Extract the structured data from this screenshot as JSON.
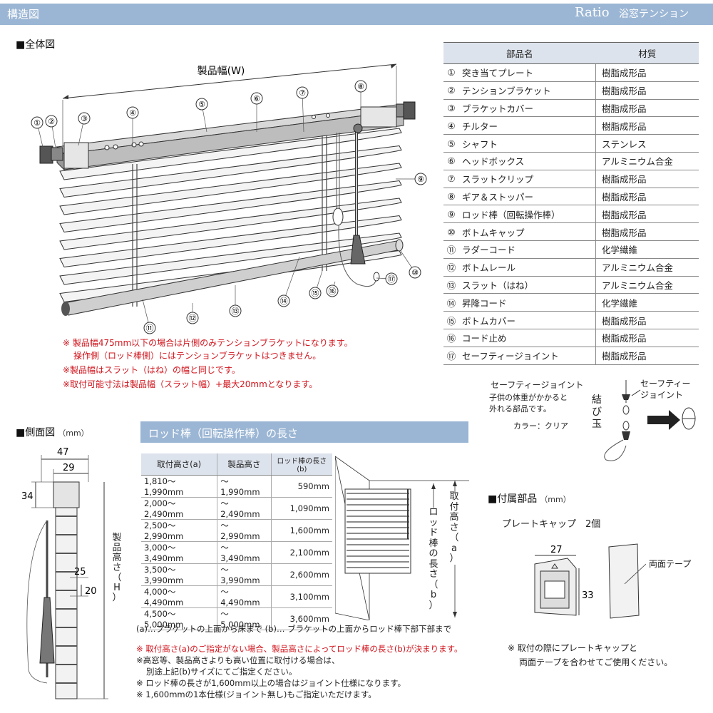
{
  "header": {
    "title": "構造図",
    "brand": "Ratio",
    "model": "浴窓テンション"
  },
  "overall": {
    "section": "■全体図",
    "width_label": "製品幅(W)",
    "callouts": [
      "①",
      "②",
      "③",
      "④",
      "⑤",
      "⑥",
      "⑦",
      "⑧",
      "⑨",
      "⑩",
      "⑪",
      "⑫",
      "⑬",
      "⑭",
      "⑮",
      "⑯",
      "⑰"
    ],
    "notes": [
      "※ 製品幅475mm以下の場合は片側のみテンションブラケットになります。",
      "操作側（ロッド棒側）にはテンションブラケットはつきません。",
      "※製品幅はスラット（はね）の幅と同じです。",
      "※取付可能寸法は製品幅（スラット幅）+最大20mmとなります。"
    ]
  },
  "parts": {
    "headers": [
      "部品名",
      "材質"
    ],
    "rows": [
      {
        "num": "①",
        "name": "突き当てプレート",
        "material": "樹脂成形品"
      },
      {
        "num": "②",
        "name": "テンションブラケット",
        "material": "樹脂成形品"
      },
      {
        "num": "③",
        "name": "ブラケットカバー",
        "material": "樹脂成形品"
      },
      {
        "num": "④",
        "name": "チルター",
        "material": "樹脂成形品"
      },
      {
        "num": "⑤",
        "name": "シャフト",
        "material": "ステンレス"
      },
      {
        "num": "⑥",
        "name": "ヘッドボックス",
        "material": "アルミニウム合金"
      },
      {
        "num": "⑦",
        "name": "スラットクリップ",
        "material": "樹脂成形品"
      },
      {
        "num": "⑧",
        "name": "ギア＆ストッパー",
        "material": "樹脂成形品"
      },
      {
        "num": "⑨",
        "name": "ロッド棒（回転操作棒）",
        "material": "樹脂成形品"
      },
      {
        "num": "⑩",
        "name": "ボトムキャップ",
        "material": "樹脂成形品"
      },
      {
        "num": "⑪",
        "name": "ラダーコード",
        "material": "化学繊維"
      },
      {
        "num": "⑫",
        "name": "ボトムレール",
        "material": "アルミニウム合金"
      },
      {
        "num": "⑬",
        "name": "スラット（はね）",
        "material": "アルミニウム合金"
      },
      {
        "num": "⑭",
        "name": "昇降コード",
        "material": "化学繊維"
      },
      {
        "num": "⑮",
        "name": "ボトムカバー",
        "material": "樹脂成形品"
      },
      {
        "num": "⑯",
        "name": "コード止め",
        "material": "樹脂成形品"
      },
      {
        "num": "⑰",
        "name": "セーフティージョイント",
        "material": "樹脂成形品"
      }
    ]
  },
  "safety": {
    "title": "セーフティージョイント",
    "desc1": "子供の体重がかかると",
    "desc2": "外れる部品です。",
    "color": "カラー：クリア",
    "label1": "セーフティー",
    "label2": "ジョイント",
    "knot": [
      "結",
      "び",
      "玉"
    ]
  },
  "side": {
    "section": "■側面図",
    "unit": "（mm）",
    "dims": {
      "d47": "47",
      "d29": "29",
      "d34": "34",
      "d25": "25",
      "d20": "20"
    },
    "height_label": [
      "製",
      "品",
      "高",
      "さ",
      "（",
      "H",
      "）"
    ]
  },
  "rod": {
    "title": "ロッド棒（回転操作棒）の長さ",
    "headers": [
      "取付高さ(a)",
      "製品高さ",
      "ロッド棒の長さ(b)"
    ],
    "rows": [
      [
        "1,810～1,990mm",
        "～1,990mm",
        "590mm"
      ],
      [
        "2,000～2,490mm",
        "～2,490mm",
        "1,090mm"
      ],
      [
        "2,500～2,990mm",
        "～2,990mm",
        "1,600mm"
      ],
      [
        "3,000～3,490mm",
        "～3,490mm",
        "2,100mm"
      ],
      [
        "3,500～3,990mm",
        "～3,990mm",
        "2,600mm"
      ],
      [
        "4,000～4,490mm",
        "～4,490mm",
        "3,100mm"
      ],
      [
        "4,500～5,000mm",
        "～5,000mm",
        "3,600mm"
      ]
    ],
    "label_a": [
      "取",
      "付",
      "高",
      "さ",
      "（",
      "a",
      "）"
    ],
    "label_b": [
      "ロ",
      "ッ",
      "ド",
      "棒",
      "の",
      "長",
      "さ",
      "（",
      "b",
      "）"
    ],
    "legend": "(a)…ブラケットの上面から床まで (b)… ブラケットの上面からロッド棒下部下部まで",
    "notes": [
      "※ 取付高さ(a)のご指定がない場合、製品高さによってロッド棒の長さ(b)が決まります。",
      "※高窓等、製品高さよりも高い位置に取付ける場合は、",
      "別途上記(b)サイズにてご指定ください。",
      "※ ロッド棒の長さが1,600mm以上の場合はジョイント仕様になります。",
      "※ 1,600mmの1本仕様(ジョイント無し)もご指定いただけます。"
    ]
  },
  "accessory": {
    "section": "■付属部品",
    "unit": "（mm）",
    "item": "プレートキャップ　2個",
    "d27": "27",
    "d33": "33",
    "tape": "両面テープ",
    "note1": "※ 取付の際にプレートキャップと",
    "note2": "両面テープを合わせてご使用ください。"
  }
}
